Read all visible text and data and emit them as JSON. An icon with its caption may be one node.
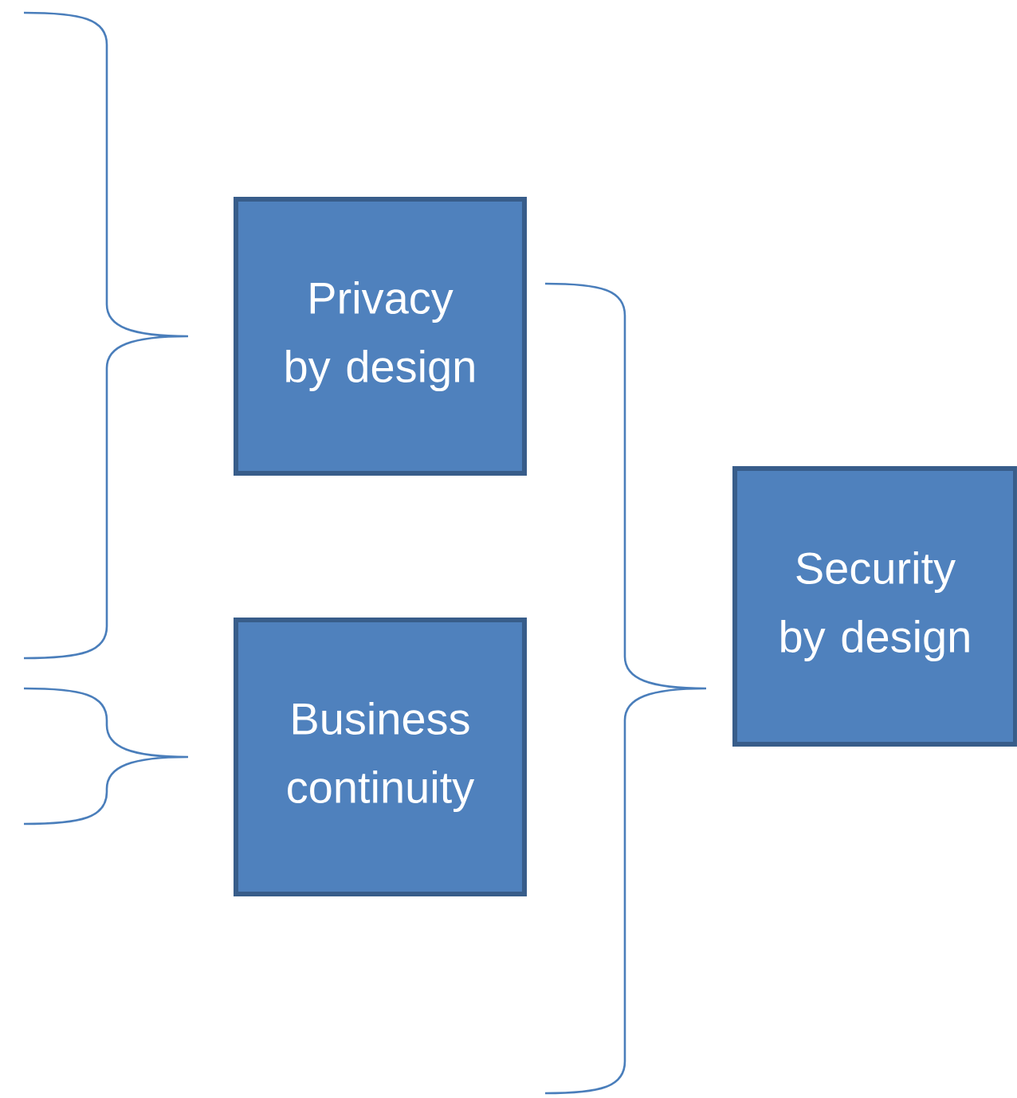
{
  "diagram": {
    "nodes": [
      {
        "text": [
          "Privacy by design"
        ]
      },
      {
        "text": [
          "Business continuity"
        ]
      },
      {
        "text": [
          "Security by design"
        ]
      }
    ]
  }
}
